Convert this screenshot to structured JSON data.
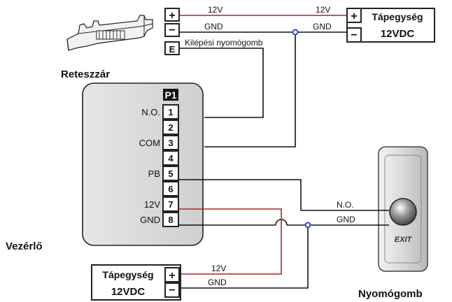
{
  "lock": {
    "label": "Reteszzár"
  },
  "controller": {
    "label": "Vezérlő",
    "header": "P1",
    "terminals": [
      {
        "num": "1",
        "label": "N.O."
      },
      {
        "num": "2",
        "label": ""
      },
      {
        "num": "3",
        "label": "COM"
      },
      {
        "num": "4",
        "label": ""
      },
      {
        "num": "5",
        "label": "PB"
      },
      {
        "num": "6",
        "label": ""
      },
      {
        "num": "7",
        "label": "12V"
      },
      {
        "num": "8",
        "label": "GND"
      }
    ]
  },
  "top_terminals": {
    "plus": "+",
    "minus": "−",
    "e": "E"
  },
  "psu_top": {
    "line1": "Tápegység",
    "line2": "12VDC",
    "plus": "+",
    "minus": "−"
  },
  "psu_bottom": {
    "line1": "Tápegység",
    "line2": "12VDC",
    "plus": "+",
    "minus": "−"
  },
  "wires": {
    "top_12v_left": "12V",
    "top_12v_right": "12V",
    "top_gnd_left": "GND",
    "top_gnd_right": "GND",
    "exit_wire": "Kilépési nyomógomb",
    "button_no": "N.O.",
    "button_gnd": "GND",
    "bottom_12v": "12V",
    "bottom_gnd": "GND"
  },
  "button": {
    "label": "Nyomógomb",
    "face_text": "EXIT"
  },
  "colors": {
    "power_wire": "#b22222",
    "wire": "#000000",
    "junction": "#2a4bd7"
  }
}
